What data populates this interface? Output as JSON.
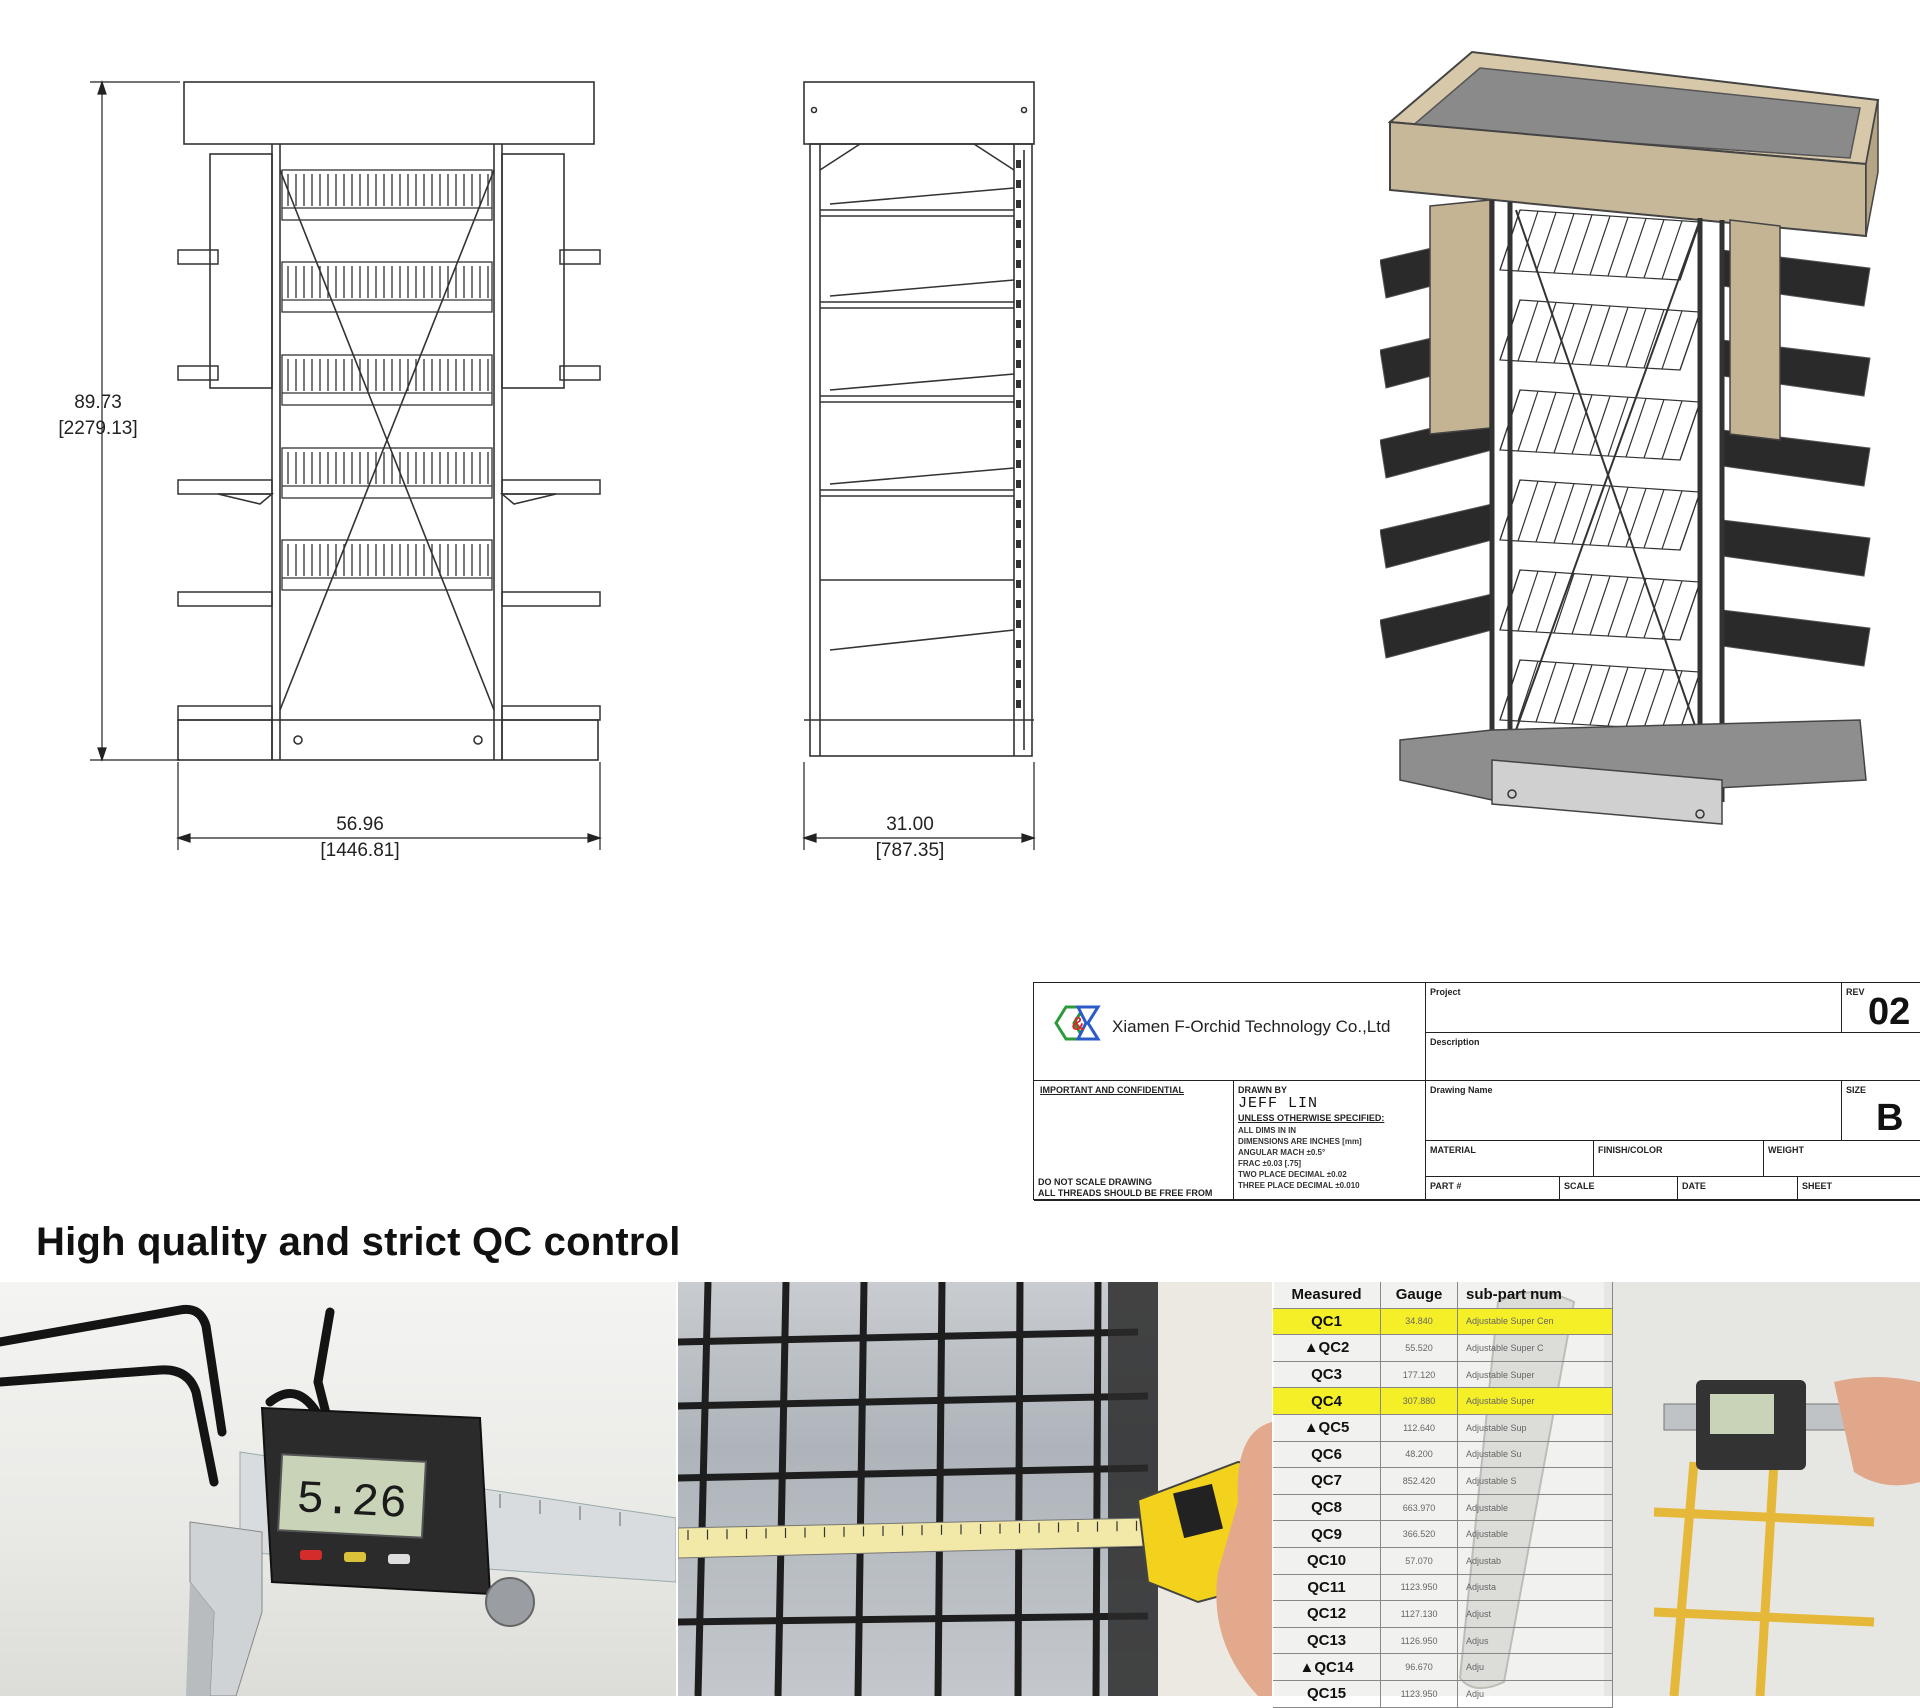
{
  "drawing": {
    "front_view": {
      "height_in": "89.73",
      "height_mm": "[2279.13]",
      "width_in": "56.96",
      "width_mm": "[1446.81]"
    },
    "side_view": {
      "depth_in": "31.00",
      "depth_mm": "[787.35]"
    }
  },
  "title_block": {
    "company": "Xiamen F-Orchid Technology Co.,Ltd",
    "logo_text": "&",
    "project_label": "Project",
    "rev_label": "REV",
    "rev_value": "02",
    "description_label": "Description",
    "drawing_name_label": "Drawing Name",
    "size_label": "SIZE",
    "size_value": "B",
    "important_label": "IMPORTANT AND CONFIDENTIAL",
    "drawn_by_label": "DRAWN BY",
    "drawn_by_value": "JEFF LIN",
    "dimension_label": "UNLESS OTHERWISE SPECIFIED:",
    "notes": [
      "ALL DIMS IN IN",
      "DIMENSIONS ARE INCHES [mm]",
      "ANGULAR MACH  ±0.5°",
      "FRAC  ±0.03 [.75]",
      "TWO PLACE DECIMAL  ±0.02",
      "THREE PLACE DECIMAL  ±0.010"
    ],
    "do_not_scale": "DO NOT SCALE DRAWING",
    "burrs_note": "ALL THREADS SHOULD BE FREE FROM",
    "material_label": "MATERIAL",
    "finish_label": "FINISH/COLOR",
    "weight_label": "WEIGHT",
    "part_label": "PART #",
    "scale_label": "SCALE",
    "date_label": "DATE",
    "sheet_label": "SHEET"
  },
  "heading": "High quality and strict QC control",
  "caliper_reading": "5.26",
  "qc_table": {
    "headers": [
      "Measured",
      "Gauge",
      "sub-part num"
    ],
    "rows": [
      {
        "id": "QC1",
        "gauge": "34.840",
        "part": "Adjustable Super Cen",
        "highlight": true,
        "mark": ""
      },
      {
        "id": "QC2",
        "gauge": "55.520",
        "part": "Adjustable Super C",
        "highlight": false,
        "mark": "▲"
      },
      {
        "id": "QC3",
        "gauge": "177.120",
        "part": "Adjustable Super",
        "highlight": false,
        "mark": ""
      },
      {
        "id": "QC4",
        "gauge": "307.880",
        "part": "Adjustable Super",
        "highlight": true,
        "mark": ""
      },
      {
        "id": "QC5",
        "gauge": "112.640",
        "part": "Adjustable Sup",
        "highlight": false,
        "mark": "▲"
      },
      {
        "id": "QC6",
        "gauge": "48.200",
        "part": "Adjustable Su",
        "highlight": false,
        "mark": ""
      },
      {
        "id": "QC7",
        "gauge": "852.420",
        "part": "Adjustable S",
        "highlight": false,
        "mark": ""
      },
      {
        "id": "QC8",
        "gauge": "663.970",
        "part": "Adjustable",
        "highlight": false,
        "mark": ""
      },
      {
        "id": "QC9",
        "gauge": "366.520",
        "part": "Adjustable",
        "highlight": false,
        "mark": ""
      },
      {
        "id": "QC10",
        "gauge": "57.070",
        "part": "Adjustab",
        "highlight": false,
        "mark": ""
      },
      {
        "id": "QC11",
        "gauge": "1123.950",
        "part": "Adjusta",
        "highlight": false,
        "mark": ""
      },
      {
        "id": "QC12",
        "gauge": "1127.130",
        "part": "Adjust",
        "highlight": false,
        "mark": ""
      },
      {
        "id": "QC13",
        "gauge": "1126.950",
        "part": "Adjus",
        "highlight": false,
        "mark": ""
      },
      {
        "id": "QC14",
        "gauge": "96.670",
        "part": "Adju",
        "highlight": false,
        "mark": "▲"
      },
      {
        "id": "QC15",
        "gauge": "1123.950",
        "part": "Adju",
        "highlight": false,
        "mark": ""
      }
    ]
  },
  "colors": {
    "wood": "#c8b89a",
    "frame": "#3a3a3a",
    "highlight": "#f5ef28",
    "caliper_lcd": "#c9d3b8"
  }
}
